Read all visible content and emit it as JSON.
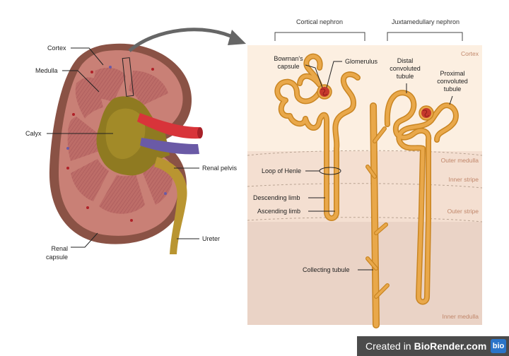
{
  "kidney_labels": {
    "cortex": "Cortex",
    "medulla": "Medulla",
    "calyx": "Calyx",
    "renal_pelvis": "Renal pelvis",
    "ureter": "Ureter",
    "renal_capsule_line1": "Renal",
    "renal_capsule_line2": "capsule"
  },
  "nephron_titles": {
    "cortical": "Cortical nephron",
    "juxtamedullary": "Juxtamedullary nephron"
  },
  "zones": {
    "cortex": "Cortex",
    "outer_medulla": "Outer medulla",
    "inner_stripe": "Inner stripe",
    "outer_stripe": "Outer stripe",
    "inner_medulla": "Inner medulla"
  },
  "nephron_labels": {
    "bowmans_line1": "Bowman's",
    "bowmans_line2": "capsule",
    "glomerulus": "Glomerulus",
    "distal_line1": "Distal",
    "distal_line2": "convoluted",
    "distal_line3": "tubule",
    "proximal_line1": "Proximal",
    "proximal_line2": "convoluted",
    "proximal_line3": "tubule",
    "loop_of_henle": "Loop of Henle",
    "descending_limb": "Descending limb",
    "ascending_limb": "Ascending limb",
    "collecting_tubule": "Collecting tubule"
  },
  "credit": {
    "created_in": "Created in",
    "brand": "BioRender.com",
    "logo": "bio"
  },
  "colors": {
    "tubule": "#e9a84a",
    "tubule_edge": "#c98522",
    "panel": "#fcefe1",
    "capsule": "#8a5245",
    "cortex": "#c97f74",
    "pyramid": "#b76a64",
    "calyx": "#8f7a21",
    "artery": "#d8343a",
    "vein": "#6a5aa6"
  }
}
